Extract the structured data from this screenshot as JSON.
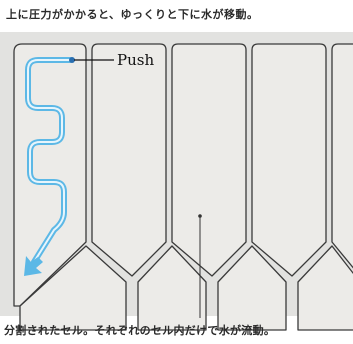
{
  "captions": {
    "top": "上に圧力がかかると、ゆっくりと下に水が移動。",
    "bottom": "分割されたセル。それぞれのセル内だけで水が流動。",
    "push": "Push"
  },
  "colors": {
    "panel_fill": "#e2e2e0",
    "cell_fill": "#ecebe8",
    "cell_outline": "#3a3a3a",
    "water_path": "#5cb8e6",
    "text": "#2a2a2a"
  },
  "icons": {
    "flow_arrow": "arrow-down-left-icon",
    "pointer": "leader-line"
  }
}
